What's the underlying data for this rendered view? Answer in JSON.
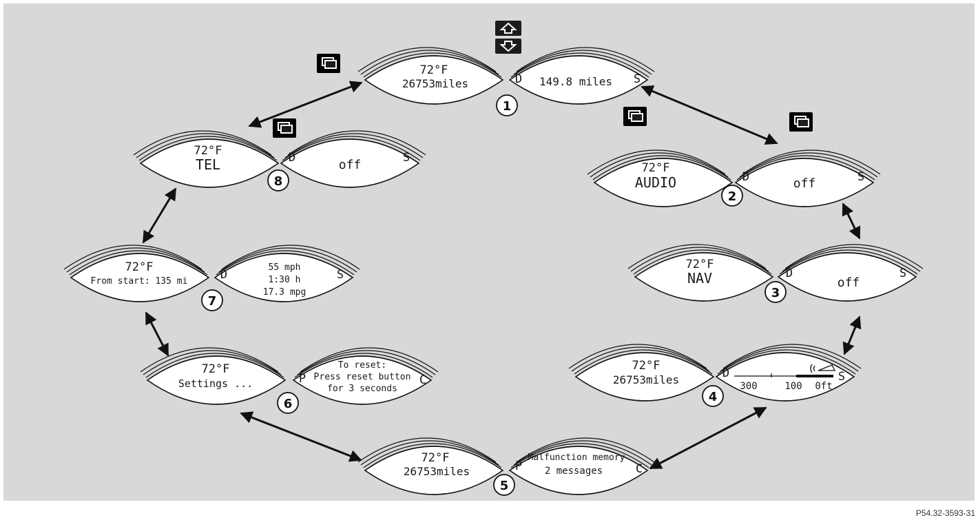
{
  "figure_code": "P54.32-3593-31",
  "icons": [
    "menu-icon",
    "up-arrow-icon",
    "down-arrow-icon"
  ],
  "screens": [
    {
      "num": "1",
      "left": [
        "72°F",
        "26753miles"
      ],
      "right": [
        "149.8 miles"
      ],
      "side_left": "D",
      "side_right": "S"
    },
    {
      "num": "2",
      "left": [
        "72°F",
        "AUDIO"
      ],
      "right": [
        "off"
      ],
      "side_left": "D",
      "side_right": "S"
    },
    {
      "num": "3",
      "left": [
        "72°F",
        "NAV"
      ],
      "right": [
        "off"
      ],
      "side_left": "D",
      "side_right": "S"
    },
    {
      "num": "4",
      "left": [
        "72°F",
        "26753miles"
      ],
      "right": [
        "300",
        "100",
        "0ft"
      ],
      "side_left": "D",
      "side_right": "S"
    },
    {
      "num": "5",
      "left": [
        "72°F",
        "26753miles"
      ],
      "right": [
        "Malfunction memory",
        "2 messages"
      ],
      "side_left": "P",
      "side_right": "C"
    },
    {
      "num": "6",
      "left": [
        "72°F",
        "Settings ..."
      ],
      "right": [
        "To reset:",
        "Press reset button",
        "for 3 seconds"
      ],
      "side_left": "P",
      "side_right": "C"
    },
    {
      "num": "7",
      "left": [
        "72°F",
        "From start: 135 mi"
      ],
      "right": [
        "55 mph",
        "1:30 h",
        "17.3 mpg"
      ],
      "side_left": "D",
      "side_right": "S"
    },
    {
      "num": "8",
      "left": [
        "72°F",
        "TEL"
      ],
      "right": [
        "off"
      ],
      "side_left": "D",
      "side_right": "S"
    }
  ]
}
